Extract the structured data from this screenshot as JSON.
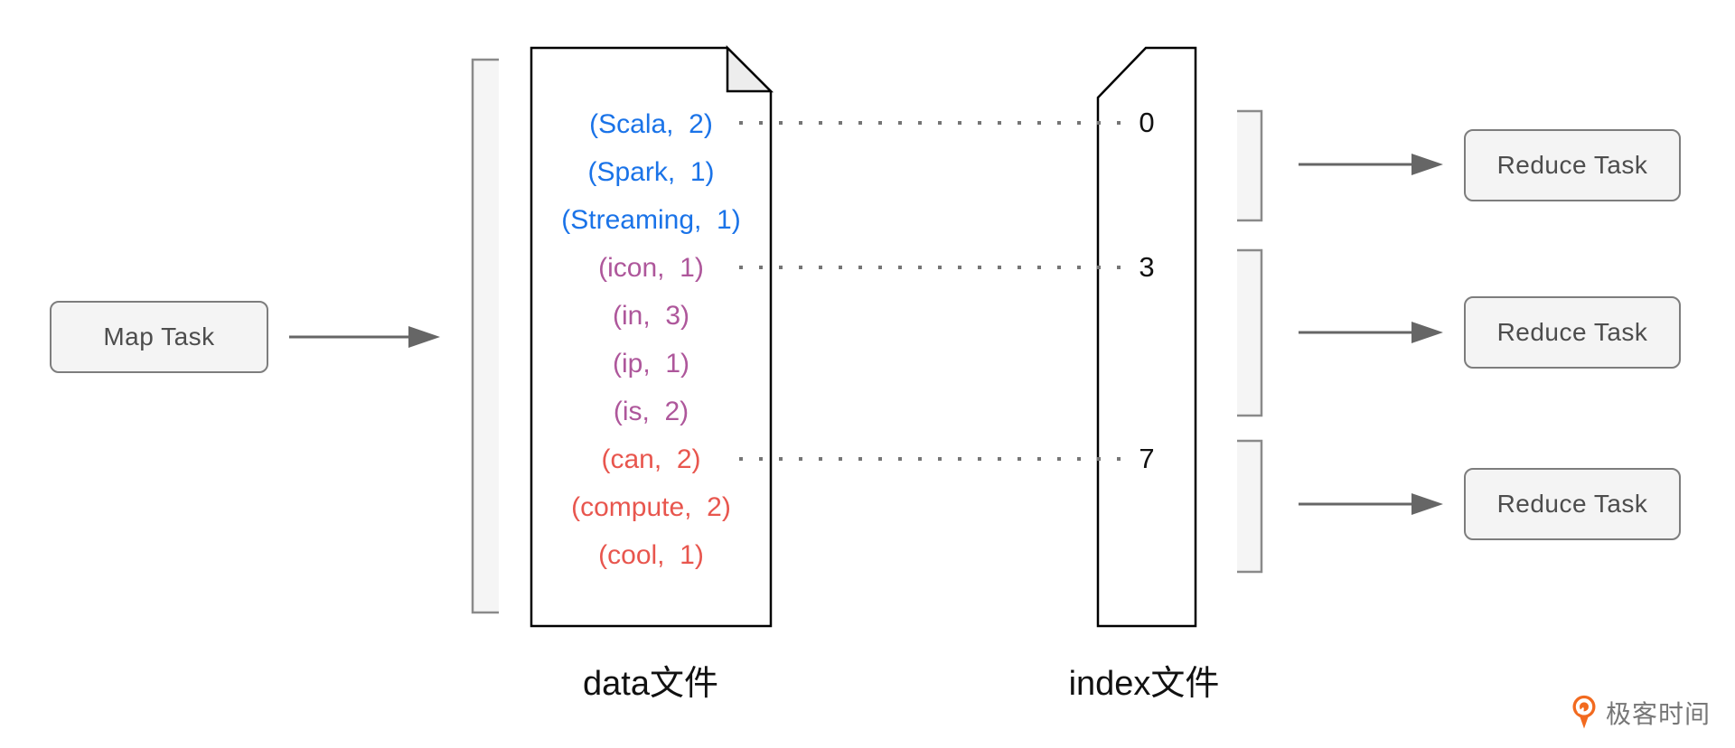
{
  "map_task": {
    "label": "Map Task"
  },
  "data_file": {
    "caption": "data文件",
    "entries": [
      {
        "text": "(Scala,  2)",
        "group": "blue"
      },
      {
        "text": "(Spark,  1)",
        "group": "blue"
      },
      {
        "text": "(Streaming,  1)",
        "group": "blue"
      },
      {
        "text": "(icon,  1)",
        "group": "purple"
      },
      {
        "text": "(in,  3)",
        "group": "purple"
      },
      {
        "text": "(ip,  1)",
        "group": "purple"
      },
      {
        "text": "(is,  2)",
        "group": "purple"
      },
      {
        "text": "(can,  2)",
        "group": "red"
      },
      {
        "text": "(compute,  2)",
        "group": "red"
      },
      {
        "text": "(cool,  1)",
        "group": "red"
      }
    ]
  },
  "index_file": {
    "caption": "index文件",
    "values": [
      "0",
      "3",
      "7"
    ]
  },
  "reduce_tasks": [
    {
      "label": "Reduce Task"
    },
    {
      "label": "Reduce Task"
    },
    {
      "label": "Reduce Task"
    }
  ],
  "footer": {
    "logo_text": "极客时间"
  },
  "palette": {
    "entry_blue": "#1a73e8",
    "entry_purple": "#ae579b",
    "entry_red": "#e8564e",
    "shape_stroke": "#000000",
    "shape_fill": "#ffffff",
    "fold_fill": "#ededed",
    "bracket_stroke": "#8a8a8a",
    "bracket_fill": "#f5f5f5",
    "box_fill": "#f4f4f4",
    "box_stroke": "#7d7d7d",
    "box_text": "#4d4d4d",
    "arrow": "#666666",
    "dotted_connector": "#757575",
    "logo_orange": "#f26a1f",
    "logo_text_gray": "#777777"
  }
}
